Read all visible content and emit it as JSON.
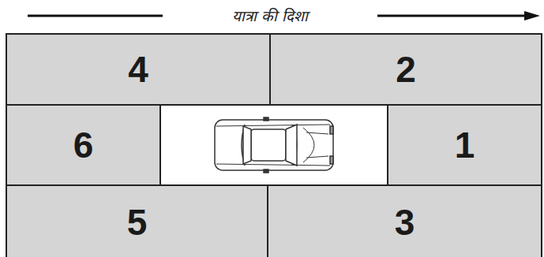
{
  "diagram": {
    "nodes": [
      {
        "text": [
          "4"
        ]
      },
      {
        "text": [
          "2"
        ]
      },
      {
        "text": [
          "6"
        ]
      },
      {
        "text": [
          "1"
        ]
      },
      {
        "text": [
          "5"
        ]
      },
      {
        "text": [
          "3"
        ]
      }
    ],
    "labels": [
      "यात्रा की दिशा"
    ]
  }
}
